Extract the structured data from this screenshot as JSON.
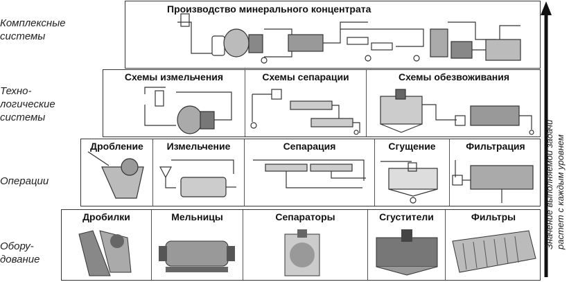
{
  "levels": {
    "complex": "Комплексные системы",
    "tech": "Техно- логические системы",
    "ops": "Операции",
    "equip": "Обору- дование"
  },
  "level_lines": {
    "complex": [
      "Комплексные",
      "системы"
    ],
    "tech": [
      "Техно-",
      "логические",
      "системы"
    ],
    "ops": [
      "Операции"
    ],
    "equip": [
      "Обору-",
      "дование"
    ]
  },
  "complex_box": {
    "title": "Производство минерального концентрата"
  },
  "tech_boxes": [
    "Схемы измельчения",
    "Схемы сепарации",
    "Схемы обезвоживания"
  ],
  "ops_boxes": [
    "Дробление",
    "Измельчение",
    "Сепарация",
    "Сгущение",
    "Фильтрация"
  ],
  "equip_boxes": [
    "Дробилки",
    "Мельницы",
    "Сепараторы",
    "Сгустители",
    "Фильтры"
  ],
  "axis": {
    "line1": "Значение выполняемой задачи",
    "line2": "растет с каждым уровнем"
  }
}
